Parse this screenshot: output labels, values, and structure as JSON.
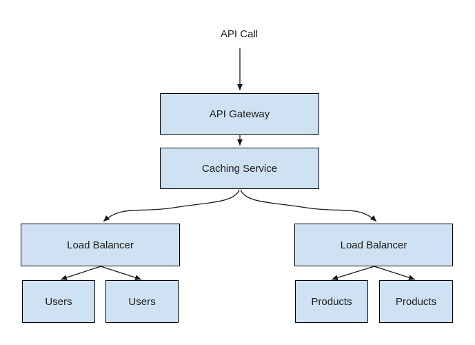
{
  "diagram": {
    "nodes": {
      "api_call": {
        "label": "API Call",
        "shape": "text"
      },
      "api_gateway": {
        "label": "API Gateway",
        "shape": "rect"
      },
      "caching_service": {
        "label": "Caching Service",
        "shape": "rect"
      },
      "load_balancer_left": {
        "label": "Load Balancer",
        "shape": "rect"
      },
      "load_balancer_right": {
        "label": "Load Balancer",
        "shape": "rect"
      },
      "users_1": {
        "label": "Users",
        "shape": "rect"
      },
      "users_2": {
        "label": "Users",
        "shape": "rect"
      },
      "products_1": {
        "label": "Products",
        "shape": "rect"
      },
      "products_2": {
        "label": "Products",
        "shape": "rect"
      }
    },
    "edges": [
      {
        "from": "api_call",
        "to": "api_gateway",
        "style": "straight-arrow"
      },
      {
        "from": "api_gateway",
        "to": "caching_service",
        "style": "straight-arrow"
      },
      {
        "from": "caching_service",
        "to": "load_balancer_left",
        "style": "curved-arrow"
      },
      {
        "from": "caching_service",
        "to": "load_balancer_right",
        "style": "curved-arrow"
      },
      {
        "from": "load_balancer_left",
        "to": "users_1",
        "style": "straight-arrow"
      },
      {
        "from": "load_balancer_left",
        "to": "users_2",
        "style": "straight-arrow"
      },
      {
        "from": "load_balancer_right",
        "to": "products_1",
        "style": "straight-arrow"
      },
      {
        "from": "load_balancer_right",
        "to": "products_2",
        "style": "straight-arrow"
      }
    ],
    "colors": {
      "background": "#ffffff",
      "node_fill": "#cfe2f3",
      "node_border": "#000000",
      "text": "#1b1b1b",
      "arrow": "#1a1a1a"
    }
  }
}
